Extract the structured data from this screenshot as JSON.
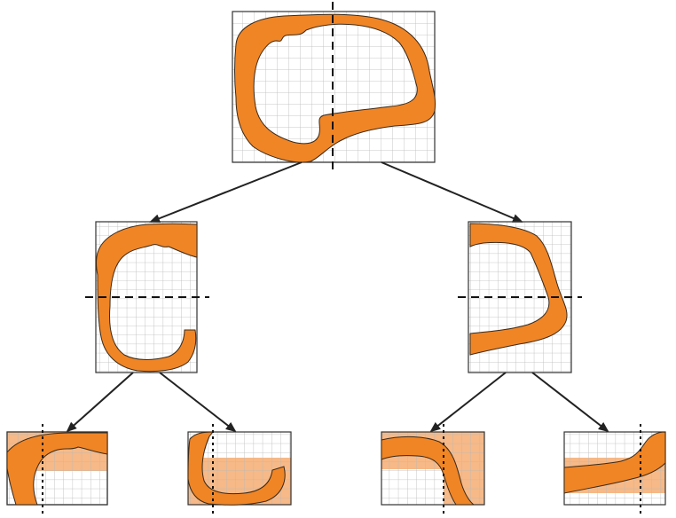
{
  "diagram": {
    "type": "recursive spatial subdivision tree",
    "levels": 3,
    "root_split": "vertical",
    "level2_split": "horizontal",
    "level3_split": "vertical",
    "colors": {
      "shape_fill": "#F08526",
      "shape_stroke": "#3a2a1a",
      "cell_highlight": "#F6B987",
      "grid_line": "#b9b9b9",
      "box_border": "#333333",
      "split_line": "#111111",
      "arrow": "#222222",
      "background": "#ffffff"
    },
    "nodes": [
      {
        "id": "root",
        "level": 1,
        "split_line": "dashed-vertical"
      },
      {
        "id": "left",
        "level": 2,
        "parent": "root",
        "split_line": "dashed-horizontal"
      },
      {
        "id": "right",
        "level": 2,
        "parent": "root",
        "split_line": "dashed-horizontal"
      },
      {
        "id": "left-top",
        "level": 3,
        "parent": "left",
        "split_line": "dotted-vertical",
        "highlight": "band"
      },
      {
        "id": "left-bottom",
        "level": 3,
        "parent": "left",
        "split_line": "dotted-vertical",
        "highlight": "band"
      },
      {
        "id": "right-top",
        "level": 3,
        "parent": "right",
        "split_line": "dotted-vertical",
        "highlight": "band"
      },
      {
        "id": "right-bottom",
        "level": 3,
        "parent": "right",
        "split_line": "dotted-vertical",
        "highlight": "band"
      }
    ]
  }
}
